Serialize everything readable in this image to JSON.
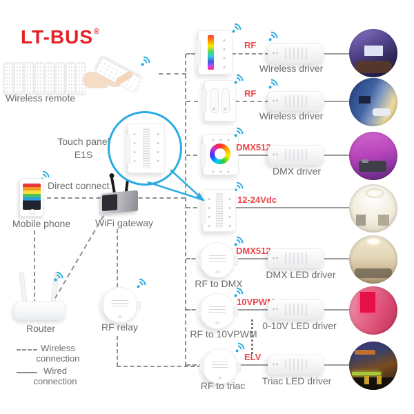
{
  "logo": {
    "text": "LT-BUS",
    "registered": "®"
  },
  "left_column": {
    "wireless_remote_label": "Wireless remote",
    "touch_panel_label_line1": "Touch panel",
    "touch_panel_label_line2": "E1S",
    "direct_connect_label": "Direct connect",
    "mobile_phone_label": "Mobile phone",
    "wifi_gateway_label": "WiFi gateway",
    "router_label": "Router",
    "rf_relay_label": "RF relay"
  },
  "legend": {
    "wireless": [
      "Wireless",
      "connection"
    ],
    "wired": [
      "Wired",
      "connection"
    ]
  },
  "rows": [
    {
      "protocol": "RF",
      "driver_label": "Wireless driver",
      "source": "rgb-strip-touch-panel",
      "room": "home-theater-purple"
    },
    {
      "protocol": "RF",
      "driver_label": "Wireless driver",
      "source": "dual-dimmer-touch-panel",
      "room": "living-room-blue-yellow"
    },
    {
      "protocol": "DMX512",
      "driver_label": "DMX driver",
      "source": "color-wheel-touch-panel",
      "room": "bedroom-magenta"
    },
    {
      "protocol": "12-24Vdc",
      "driver_label": "",
      "source": "e1s-touch-panel",
      "room": "white-ceiling-interior"
    },
    {
      "protocol": "DMX512",
      "driver_label": "DMX LED driver",
      "source_label": "RF to DMX",
      "room": "warm-living-room"
    },
    {
      "protocol": "10VPWM",
      "driver_label": "0-10V LED driver",
      "source_label": "RF to 10VPWM",
      "room": "pink-red-room"
    },
    {
      "protocol": "ELV",
      "driver_label": "Triac LED driver",
      "source_label": "RF to triac",
      "room": "colorful-bar"
    }
  ],
  "colors": {
    "logo_red": "#e32228",
    "protocol_red": "#ee464b",
    "wifi_blue": "#29abe2",
    "text_gray": "#6a6c6f"
  }
}
